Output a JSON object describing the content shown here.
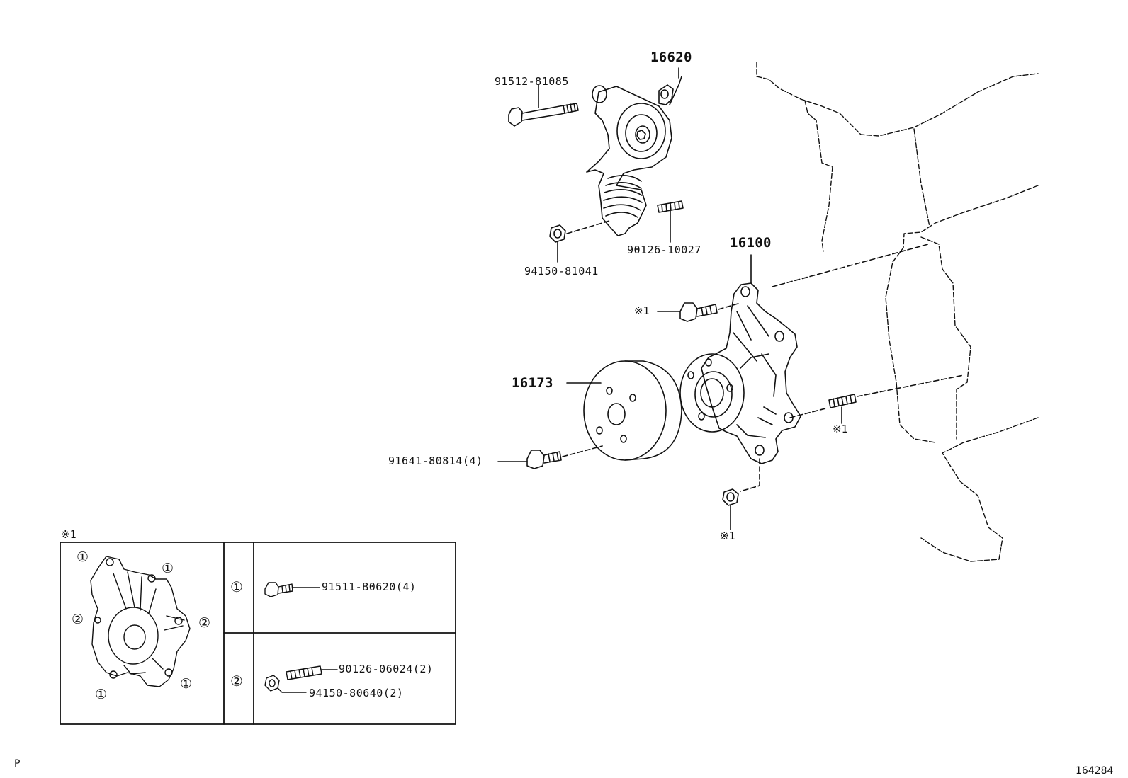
{
  "parts": {
    "p16620": "16620",
    "p91512": "91512-81085",
    "p90126_10027": "90126-10027",
    "p94150_81041": "94150-81041",
    "p16100": "16100",
    "p16173": "16173",
    "p91641": "91641-80814(4)"
  },
  "refs": {
    "ref_bolt": "※1",
    "ref_stud": "※1",
    "ref_nut": "※1",
    "inset_header": "※1"
  },
  "inset": {
    "row1_marker": "①",
    "row1_part": "91511-B0620(4)",
    "row2_marker": "②",
    "row2_part_a": "90126-06024(2)",
    "row2_part_b": "94150-80640(2)",
    "pos_markers": [
      "①",
      "①",
      "②",
      "②",
      "①",
      "①"
    ]
  },
  "footer": {
    "left": "P",
    "right": "164284"
  }
}
